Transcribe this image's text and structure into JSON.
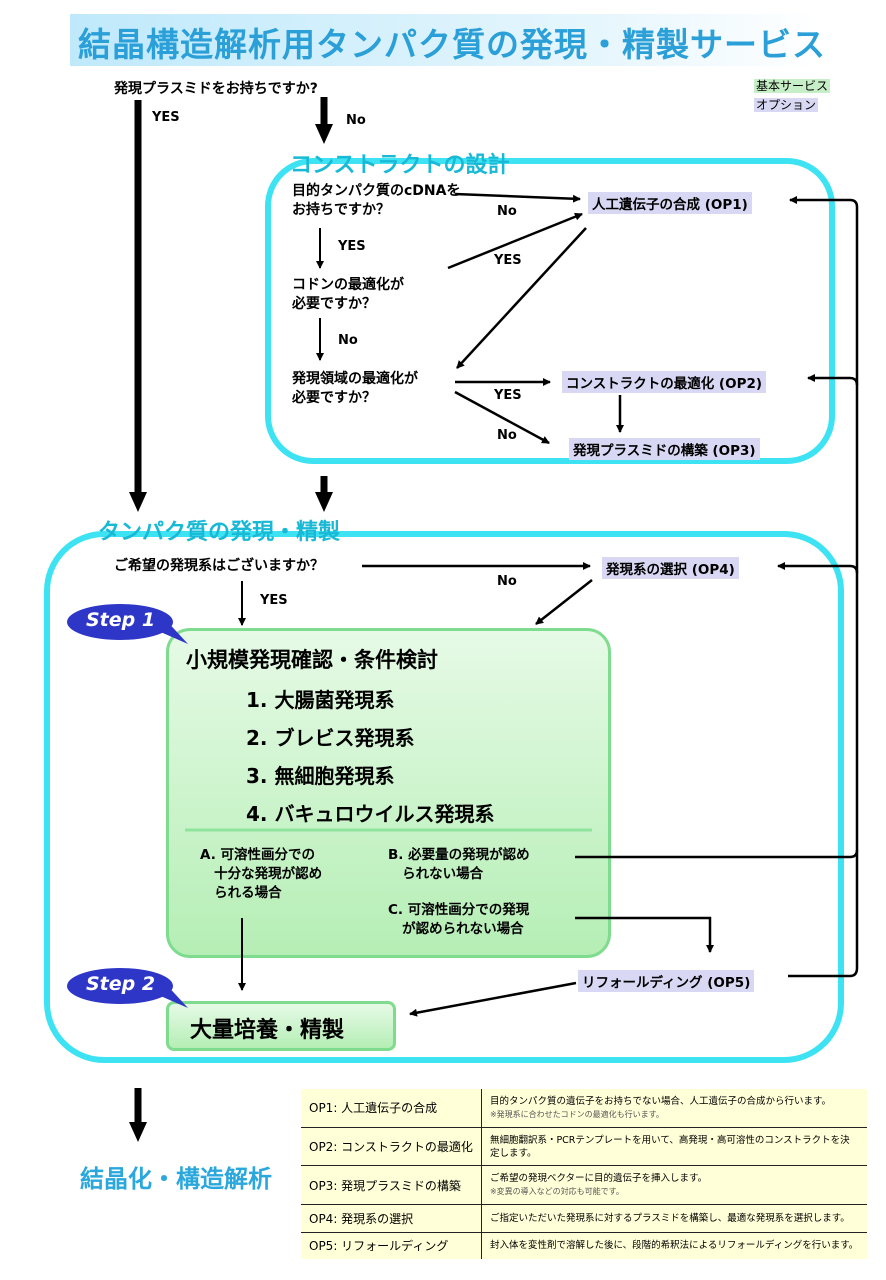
{
  "title": "結晶構造解析用タンパク質の発現・精製サービス",
  "legend": {
    "base": "基本サービス",
    "option": "オプション"
  },
  "q_plasmid": "発現プラスミドをお持ちですか?",
  "yes_left": "YES",
  "no_top": "No",
  "section1": "コンストラクトの設計",
  "q_cdna": [
    "目的タンパク質のcDNAを",
    "お持ちですか？"
  ],
  "no_cdna": "No",
  "yes_cdna": "YES",
  "q_codon": [
    "コドンの最適化が",
    "必要ですか？"
  ],
  "yes_codon": "YES",
  "no_codon": "No",
  "q_region": [
    "発現領域の最適化が",
    "必要ですか？"
  ],
  "yes_region": "YES",
  "no_region": "No",
  "op1": "人工遺伝子の合成 (OP1)",
  "op2": "コンストラクトの最適化 (OP2)",
  "op3": "発現プラスミドの構築 (OP3)",
  "section2": "タンパク質の発現・精製",
  "q_system": "ご希望の発現系はございますか？",
  "no_system": "No",
  "yes_system": "YES",
  "op4": "発現系の選択 (OP4)",
  "step1": "Step 1",
  "step2": "Step 2",
  "small_title": "小規模発現確認・条件検討",
  "systems": [
    "1.  大腸菌発現系",
    "2.  ブレビス発現系",
    "3.  無細胞発現系",
    "4.  バキュロウイルス発現系"
  ],
  "case_a": "A. 可溶性画分での\n   十分な発現が認め\n   られる場合",
  "case_b": "B. 必要量の発現が認め\n   られない場合",
  "case_c": "C. 可溶性画分での発現\n   が認められない場合",
  "op5": "リフォールディング (OP5)",
  "large": "大量培養・精製",
  "final": "結晶化・構造解析",
  "options_table": [
    {
      "name": "OP1: 人工遺伝子の合成",
      "desc": "目的タンパク質の遺伝子をお持ちでない場合、人工遺伝子の合成から行います。",
      "note": "※発現系に合わせたコドンの最適化も行います。"
    },
    {
      "name": "OP2: コンストラクトの最適化",
      "desc": "無細胞翻訳系・PCRテンプレートを用いて、高発現・高可溶性のコンストラクトを決定します。",
      "note": ""
    },
    {
      "name": "OP3: 発現プラスミドの構築",
      "desc": "ご希望の発現ベクターに目的遺伝子を挿入します。",
      "note": "※変異の導入などの対応も可能です。"
    },
    {
      "name": "OP4: 発現系の選択",
      "desc": "ご指定いただいた発現系に対するプラスミドを構築し、最適な発現系を選択します。",
      "note": ""
    },
    {
      "name": "OP5: リフォールディング",
      "desc": "封入体を変性剤で溶解した後に、段階的希釈法によるリフォールディングを行います。",
      "note": ""
    }
  ],
  "colors": {
    "cyan_border": "#3de3f2",
    "section_text": "#19b9d6",
    "title_text": "#2a9fd8",
    "option_bg": "#d8d8f4",
    "base_bg": "#c7efc7",
    "step_badge": "#2e36c8"
  }
}
